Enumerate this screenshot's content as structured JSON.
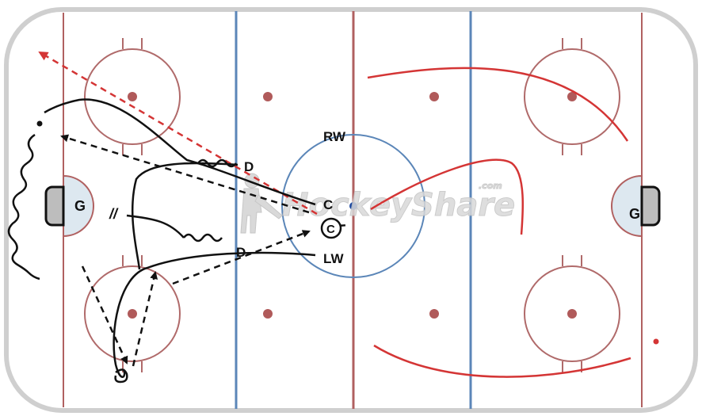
{
  "diagram": {
    "players": {
      "rw": "RW",
      "c": "C",
      "lw": "LW",
      "d_top": "D",
      "d_bottom": "D",
      "coach": "C"
    },
    "goalies": {
      "left": "G",
      "right": "G"
    },
    "marker_slash": "//",
    "watermark": "HockeyShare",
    "watermark_small": ".com"
  },
  "colors": {
    "board": "#cfcfcf",
    "goal_line": "#b06060",
    "blue_line": "#5b86b8",
    "center_line": "#b06060",
    "circle": "#b06a6a",
    "dot": "#b05a5a",
    "crease": "#dde8f0",
    "center_circle": "#5b86b8",
    "path_black": "#111111",
    "path_red": "#d43535"
  }
}
